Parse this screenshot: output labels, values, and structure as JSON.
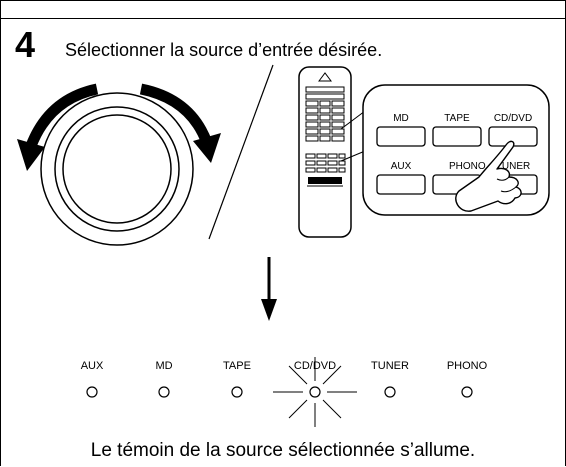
{
  "step": {
    "number": "4",
    "instruction": "Sélectionner la source d’entrée désirée."
  },
  "remote_buttons": [
    "MD",
    "TAPE",
    "CD/DVD",
    "AUX",
    "PHONO",
    "TUNER"
  ],
  "indicators": [
    "AUX",
    "MD",
    "TAPE",
    "CD/DVD",
    "TUNER",
    "PHONO"
  ],
  "caption": "Le témoin de la source sélectionnée s’allume.",
  "icons": [
    "rotate-knob-arrows-icon",
    "remote-control-icon",
    "pointing-hand-icon",
    "down-arrow-icon",
    "lit-indicator-icon"
  ]
}
